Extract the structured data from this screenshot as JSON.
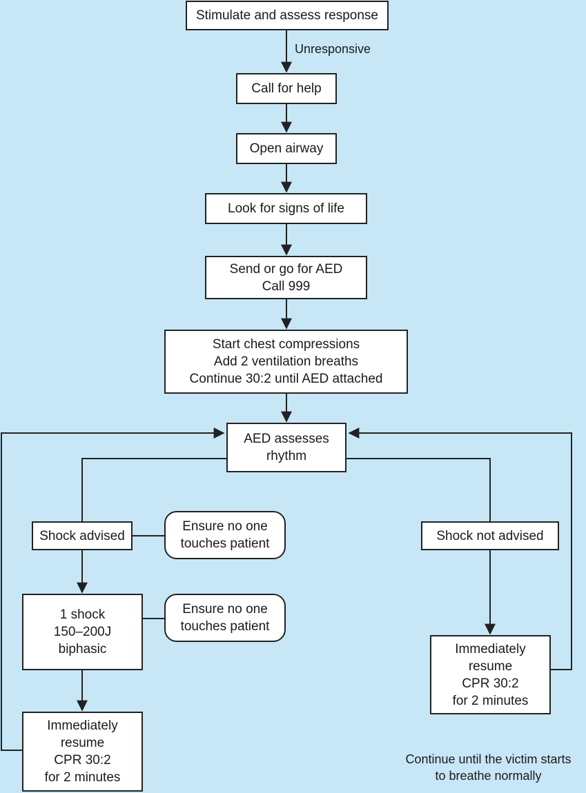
{
  "background_color": "#c7e7f7",
  "flowchart": {
    "stimulate": "Stimulate and assess response",
    "unresponsive_label": "Unresponsive",
    "call_help": "Call for help",
    "open_airway": "Open airway",
    "signs_of_life": "Look for signs of life",
    "send_aed": "Send or go for AED\nCall 999",
    "chest_compressions": "Start chest compressions\nAdd 2 ventilation breaths\nContinue 30:2 until AED attached",
    "aed_assesses": "AED assesses\nrhythm",
    "shock_advised": "Shock advised",
    "ensure_no_touch_1": "Ensure no one\ntouches patient",
    "one_shock": "1 shock\n150–200J\nbiphasic",
    "ensure_no_touch_2": "Ensure no one\ntouches patient",
    "resume_left": "Immediately\nresume\nCPR 30:2\nfor 2 minutes",
    "shock_not_advised": "Shock not advised",
    "resume_right": "Immediately\nresume\nCPR 30:2\nfor 2 minutes",
    "footnote": "Continue until the victim starts\nto breathe normally"
  }
}
